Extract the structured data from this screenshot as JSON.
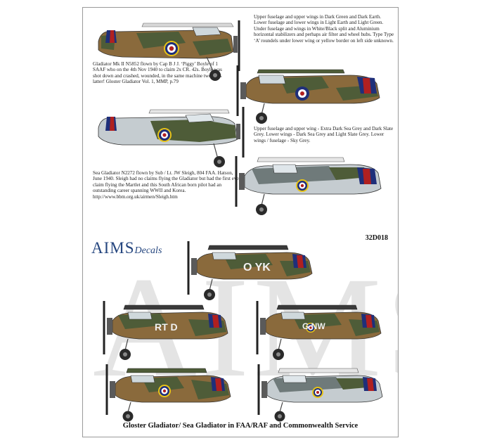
{
  "texts": {
    "upper_right": "Upper fuselage and upper wings in Dark Green and Dark Earth. Lower fuselage and lower wings in Light Earth and Light Green. Under fuselage and wings in White/Black split and Aluminium horizontal stabilizers and perhaps air filter and wheel hubs. Type Type ‘A’ roundels under lower wing or yellow border on left side unknown.",
    "gladiator_note": "Gladiator Mk II N5852 flown by Cap B J J. ‘Piggy’ Boyle of 1 SAAF who on the 4th Nov 1940 to claim 2x CR. 42s. Boyle was shot down and crashed, wounded, in the same machine two days latter! Gloster Gladiator Vol. 1, MMP, p.79",
    "sea_scheme": "Upper fuselage and upper wing - Extra Dark Sea Grey and Dark Slate Grey. Lower wings - Dark Sea Grey and Light Slate Grey. Lower wings / fuselage - Sky Grey.",
    "sea_note": "Sea Gladiator N2272 flown by Sub / Lt. JW Sleigh, 804 FAA. Hatson, June 1940. Sleigh had no claims flying the Gladiator but had the first ever claim flying the Martlet and this South African born pilot had an outstanding career spanning WWII and Korea. http://www.bbm.org.uk/airmen/Sleigh.htm"
  },
  "brand": {
    "name": "AIMS",
    "sub": "Decals"
  },
  "product_code": "32D018",
  "watermark": "AIMS",
  "footer": "Gloster Gladiator/ Sea Gladiator in FAA/RAF and Commonwealth Service",
  "codes": {
    "oyk": "O  YK",
    "rt": "RT  D",
    "nw": "G  NW"
  },
  "colors": {
    "dark_green": "#4e5c38",
    "dark_earth": "#8a6a3c",
    "light_earth": "#c9a46a",
    "sea_grey": "#6f7a7a",
    "sky_grey": "#c5ccd0",
    "roundel_blue": "#1f2f7a",
    "roundel_red": "#b02020",
    "yellow": "#e8c416",
    "brand_blue": "#25467f"
  }
}
